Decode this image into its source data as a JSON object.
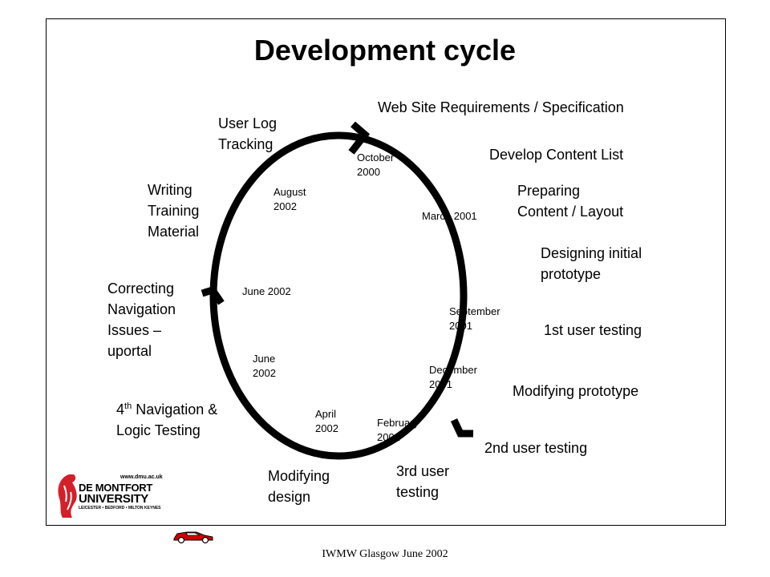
{
  "slide": {
    "title": "Development cycle",
    "footer": "IWMW Glasgow June 2002"
  },
  "stages": {
    "web_site_requirements": "Web Site Requirements / Specification",
    "develop_content_list": "Develop Content List",
    "preparing_content": [
      "Preparing",
      "Content / Layout"
    ],
    "designing_prototype": [
      "Designing initial",
      "prototype"
    ],
    "first_user_testing": "1st user testing",
    "modifying_prototype": "Modifying prototype",
    "second_user_testing": "2nd user testing",
    "third_user_testing": [
      "3rd user",
      "testing"
    ],
    "modifying_design": [
      "Modifying",
      "design"
    ],
    "navigation_testing": {
      "num": "4",
      "sup": "th",
      "rest": " Navigation &",
      "line2": "Logic Testing"
    },
    "correcting_navigation": [
      "Correcting",
      "Navigation",
      "Issues –",
      "uportal"
    ],
    "writing_training": [
      "Writing",
      "Training",
      "Material"
    ],
    "user_log_tracking": [
      "User Log",
      "Tracking"
    ]
  },
  "dates": {
    "october_2000": [
      "October",
      "2000"
    ],
    "march_2001": "March 2001",
    "september_2001": [
      "September",
      "2001"
    ],
    "december_2001": [
      "December",
      "2001"
    ],
    "february_2002": [
      "February",
      "2002"
    ],
    "april_2002": [
      "April",
      "2002"
    ],
    "june_2002_lower": [
      "June",
      "2002"
    ],
    "june_2002_upper": "June 2002",
    "august_2002": [
      "August",
      "2002"
    ]
  },
  "logo": {
    "url": "www.dmu.ac.uk",
    "name_line1": "DE MONTFORT",
    "name_line2": "UNIVERSITY",
    "campuses": "LEICESTER • BEDFORD • MILTON KEYNES"
  },
  "colors": {
    "logo_red": "#d4202a",
    "car_red": "#cc0000",
    "ink": "#000000"
  }
}
